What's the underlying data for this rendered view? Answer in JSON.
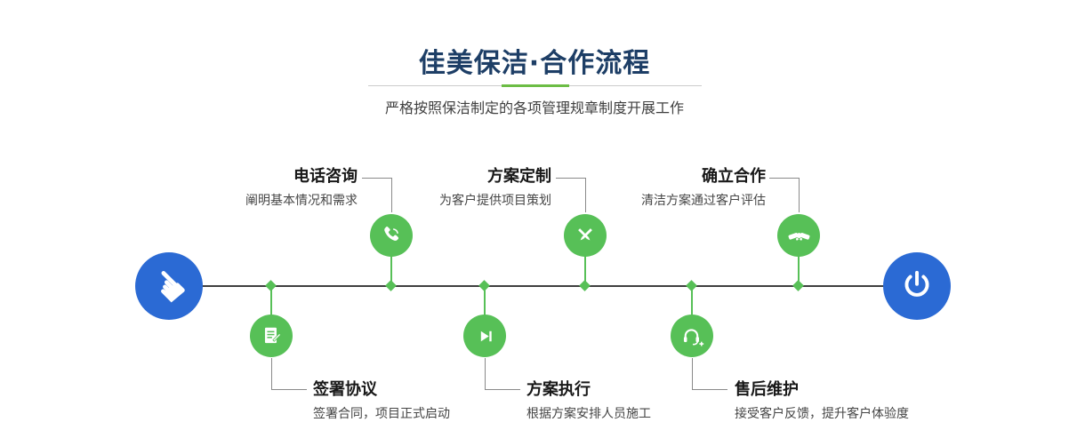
{
  "page": {
    "title": "佳美保洁·合作流程",
    "subtitle": "严格按照保洁制定的各项管理规章制度开展工作"
  },
  "colors": {
    "accent_green": "#57c057",
    "accent_blue": "#2b6ad4",
    "title_navy": "#1d3e66",
    "divider_accent": "#6cbd45",
    "timeline_line": "#3f3f3f"
  },
  "timeline": {
    "start_icon": "pointing-hand-icon",
    "start_glyph": "☚",
    "end_icon": "power-icon"
  },
  "steps": [
    {
      "title": "电话咨询",
      "desc": "阐明基本情况和需求",
      "icon": "phone-icon",
      "position": "top"
    },
    {
      "title": "方案定制",
      "desc": "为客户提供项目策划",
      "icon": "design-pencils-icon",
      "position": "top"
    },
    {
      "title": "确立合作",
      "desc": "清洁方案通过客户评估",
      "icon": "handshake-icon",
      "position": "top"
    },
    {
      "title": "签署协议",
      "desc": "签署合同，项目正式启动",
      "icon": "contract-icon",
      "position": "bottom"
    },
    {
      "title": "方案执行",
      "desc": "根据方案安排人员施工",
      "icon": "play-icon",
      "position": "bottom"
    },
    {
      "title": "售后维护",
      "desc": "接受客户反馈，提升客户体验度",
      "icon": "headset-icon",
      "position": "bottom"
    }
  ]
}
